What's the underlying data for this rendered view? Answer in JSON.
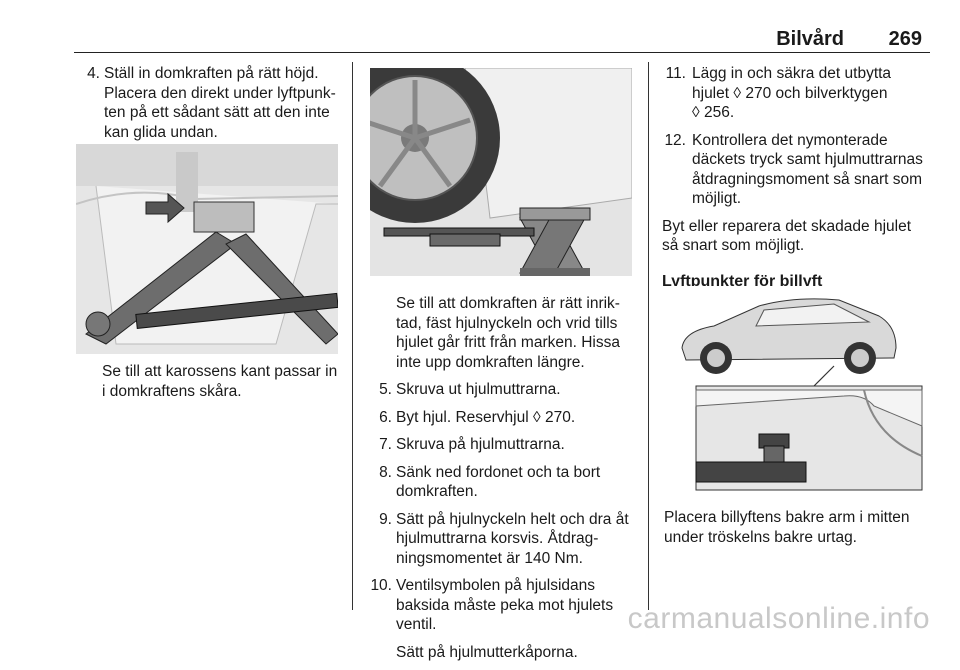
{
  "header": {
    "section": "Bilvård",
    "page_number": "269"
  },
  "col1": {
    "step4": {
      "num": "4.",
      "line1": "Ställ in domkraften på rätt höjd.",
      "line2": "Placera den direkt under lyftpunk-",
      "line3": "ten på ett sådant sätt att den inte",
      "line4": "kan glida undan."
    },
    "caption": {
      "line1": "Se till att karossens kant passar in",
      "line2": "i domkraftens skåra."
    }
  },
  "col2": {
    "intro": {
      "line1": "Se till att domkraften är rätt inrik-",
      "line2": "tad, fäst hjulnyckeln och vrid tills",
      "line3": "hjulet går fritt från marken. Hissa",
      "line4": "inte upp domkraften längre."
    },
    "step5": {
      "num": "5.",
      "text": "Skruva ut hjulmuttrarna."
    },
    "step6": {
      "num": "6.",
      "text": "Byt hjul. Reservhjul",
      "ref": "270."
    },
    "step7": {
      "num": "7.",
      "text": "Skruva på hjulmuttrarna."
    },
    "step8": {
      "num": "8.",
      "line1": "Sänk ned fordonet och ta bort",
      "line2": "domkraften."
    },
    "step9": {
      "num": "9.",
      "line1": "Sätt på hjulnyckeln helt och dra åt",
      "line2": "hjulmuttrarna korsvis. Åtdrag-",
      "line3": "ningsmomentet är 140 Nm."
    },
    "step10": {
      "num": "10.",
      "line1": "Ventilsymbolen på hjulsidans",
      "line2": "baksida måste peka mot hjulets",
      "line3": "ventil."
    },
    "after10": "Sätt på hjulmutterkåporna."
  },
  "col3": {
    "step11": {
      "num": "11.",
      "line1": "Lägg in och säkra det utbytta",
      "line2_text": "hjulet",
      "line2_ref": "270 och bilverktygen",
      "line3_ref": "256."
    },
    "step12": {
      "num": "12.",
      "line1": "Kontrollera det nymonterade",
      "line2": "däckets tryck samt hjulmuttrarnas",
      "line3": "åtdragningsmoment så snart som",
      "line4": "möjligt."
    },
    "note": {
      "line1": "Byt eller reparera det skadade hjulet",
      "line2": "så snart som möjligt."
    },
    "heading": "Lyftpunkter för billyft",
    "caption": {
      "line1": "Placera billyftens bakre arm i mitten",
      "line2": "under tröskelns bakre urtag."
    }
  },
  "ref_glyph": "◊",
  "watermark": "carmanualsonline.info"
}
